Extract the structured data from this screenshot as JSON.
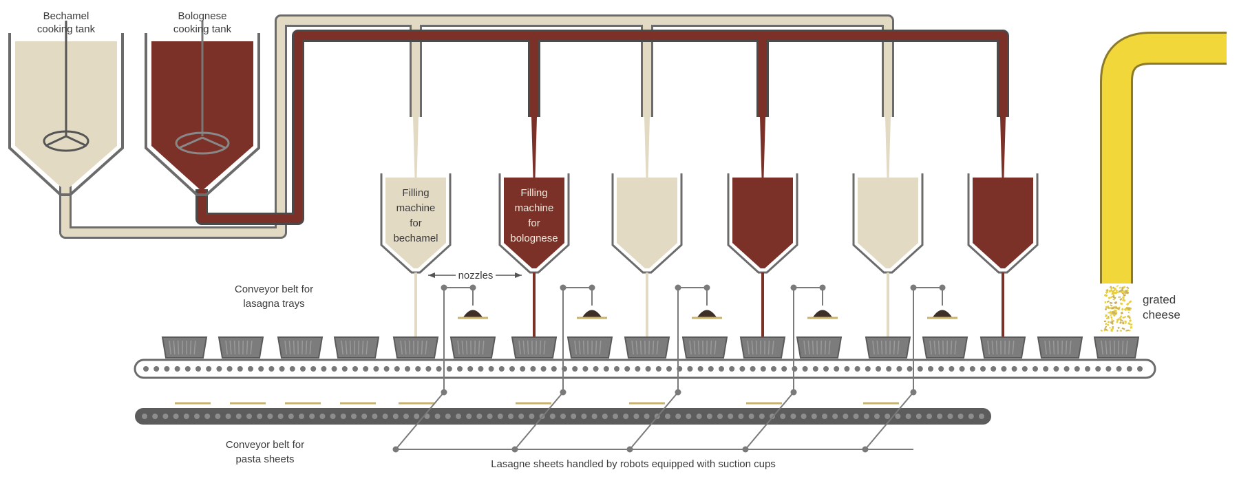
{
  "colors": {
    "bechamel": "#e3dac4",
    "bolognese": "#7b3128",
    "wall": "#6b6b6b",
    "tray": "#7c7c7c",
    "belt_dark": "#5c5c5c",
    "cheese": "#f2d73a",
    "pasta_sheet": "#c9b36a",
    "robot": "#7a7a7a"
  },
  "tanks": {
    "bechamel_label_1": "Bechamel",
    "bechamel_label_2": "cooking tank",
    "bolognese_label_1": "Bolognese",
    "bolognese_label_2": "cooking tank"
  },
  "filling_machines": [
    {
      "sauce": "bechamel",
      "label": [
        "Filling",
        "machine",
        "for",
        "bechamel"
      ]
    },
    {
      "sauce": "bolognese",
      "label": [
        "Filling",
        "machine",
        "for",
        "bolognese"
      ]
    },
    {
      "sauce": "bechamel",
      "label": []
    },
    {
      "sauce": "bolognese",
      "label": []
    },
    {
      "sauce": "bechamel",
      "label": []
    },
    {
      "sauce": "bolognese",
      "label": []
    }
  ],
  "labels": {
    "nozzles": "nozzles",
    "tray_belt_1": "Conveyor belt for",
    "tray_belt_2": "lasagna trays",
    "pasta_belt_1": "Conveyor belt for",
    "pasta_belt_2": "pasta sheets",
    "robots": "Lasagne sheets handled by robots equipped with suction cups",
    "cheese_1": "grated",
    "cheese_2": "cheese"
  }
}
